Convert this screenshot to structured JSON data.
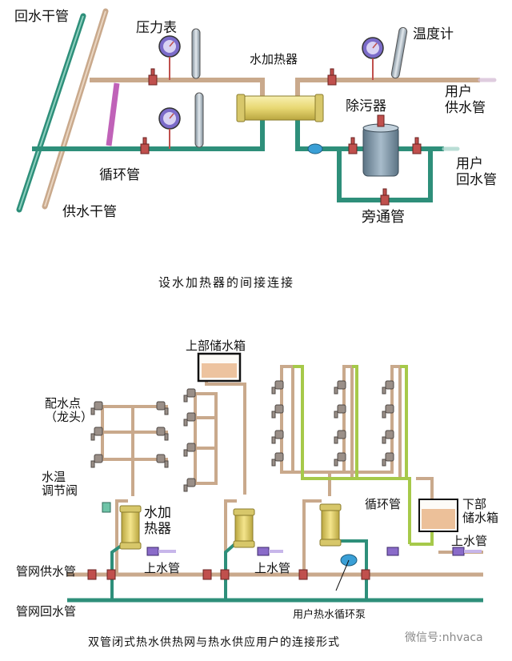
{
  "top": {
    "labels": {
      "return_main": "回水干管",
      "pressure_gauge": "压力表",
      "water_heater": "水加热器",
      "thermometer": "温度计",
      "user_supply": "用户\n供水管",
      "desilter": "除污器",
      "user_return": "用户\n回水管",
      "circulation_pipe": "循环管",
      "supply_main": "供水干管",
      "bypass_pipe": "旁通管"
    },
    "caption": "设水加热器的间接连接"
  },
  "bottom": {
    "labels": {
      "upper_tank": "上部储水箱",
      "outlet_points": "配水点\n（龙头）",
      "temp_valve": "水温\n调节阀",
      "water_heater": "水加\n热器",
      "network_supply": "管网供水管",
      "inlet_pipe_1": "上水管",
      "inlet_pipe_2": "上水管",
      "circulation_pipe": "循环管",
      "lower_tank": "下部\n储水箱",
      "inlet_pipe_3": "上水管",
      "network_return": "管网回水管",
      "user_pump": "用户热水循环泵"
    },
    "caption": "双管闭式热水供热网与热水供应用户的连接形式"
  },
  "watermark": "微信号:nhvaca",
  "colors": {
    "supply_pipe": "#c9a98c",
    "return_pipe": "#2e8f7a",
    "circulation": "#c062b8",
    "heater": "#e8d873",
    "green_pipe": "#a6c94a",
    "pump_blue": "#3a9fd6",
    "valve_red": "#c0504d",
    "tank_fill": "#e9b588"
  },
  "icons": [
    "pressure-gauge-icon",
    "thermometer-icon",
    "valve-icon",
    "faucet-icon",
    "pump-icon",
    "tank-icon"
  ]
}
